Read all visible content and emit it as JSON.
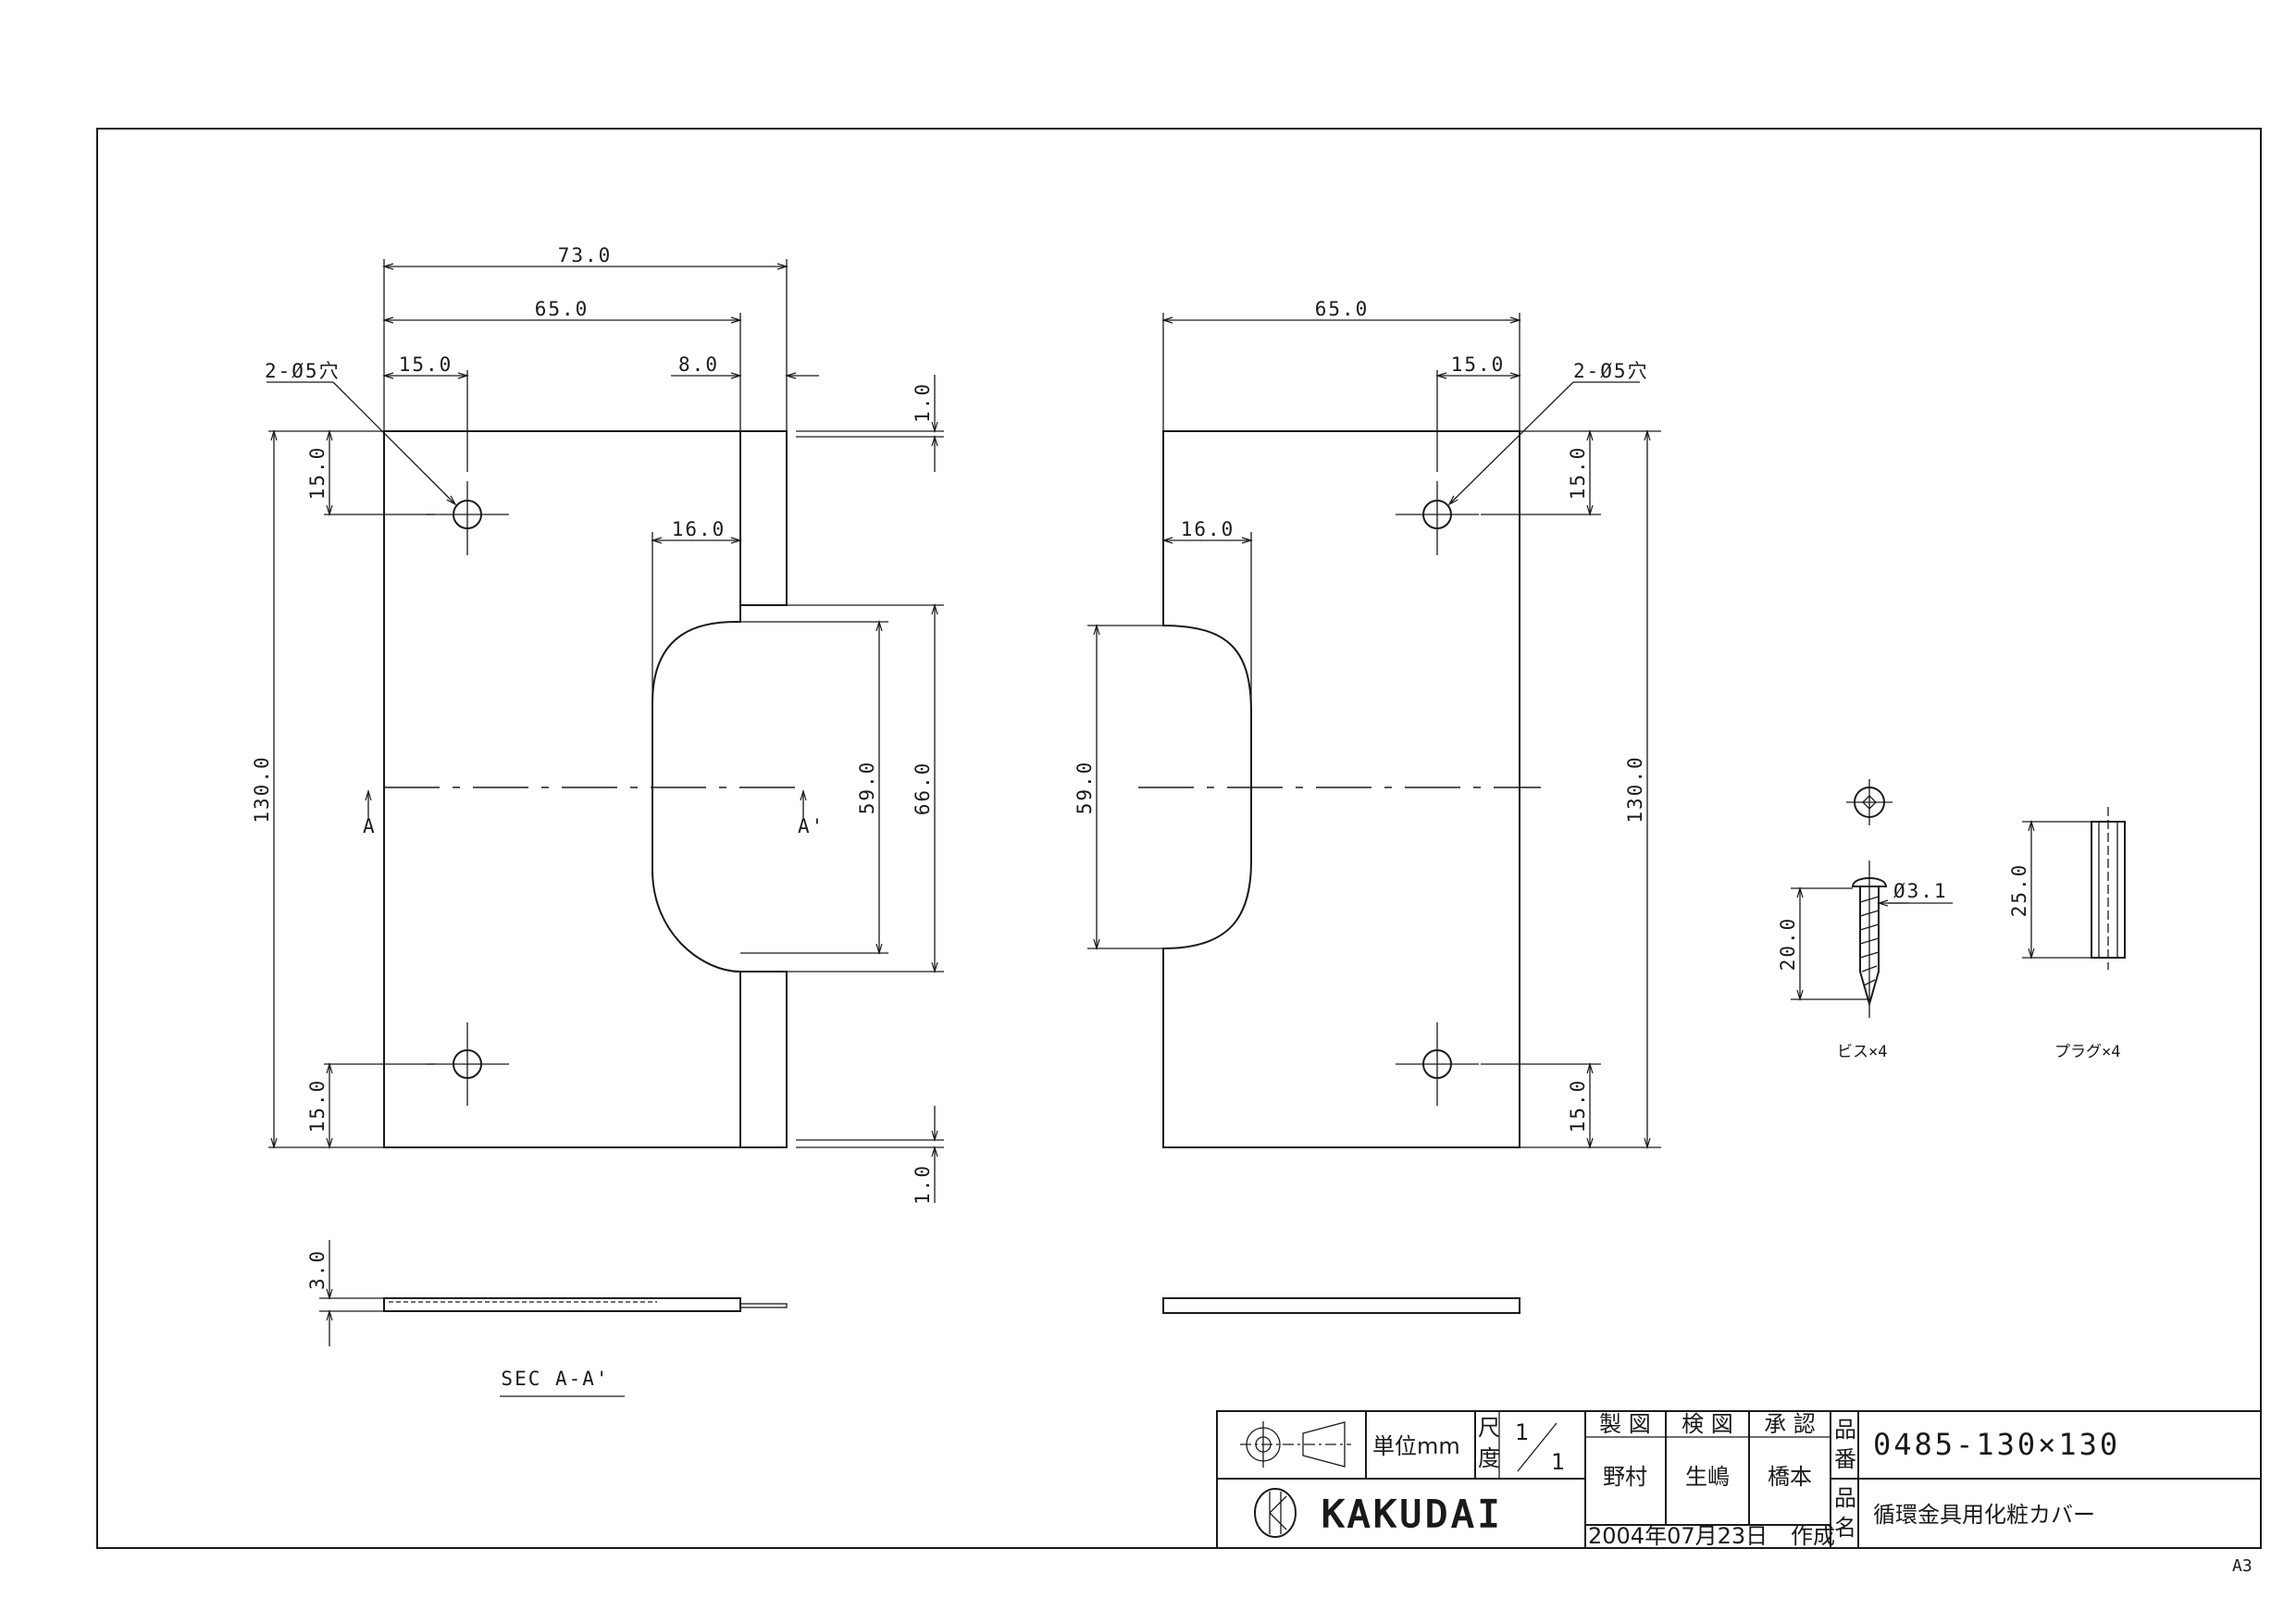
{
  "drawing": {
    "sheet_size": "A3",
    "front_view": {
      "dims": {
        "overall_width": "73.0",
        "plate_width": "65.0",
        "hole_offset_x": "15.0",
        "tab_width": "8.0",
        "tab_offset": "1.0",
        "hole_offset_top": "15.0",
        "hole_offset_bottom": "15.0",
        "height": "130.0",
        "notch_depth": "16.0",
        "notch_height_inner": "59.0",
        "notch_height_outer": "66.0",
        "thickness": "3.0",
        "tab_offset_bottom": "1.0"
      },
      "hole_note": "2-Ø5穴",
      "section_mark_left": "A",
      "section_mark_right": "A'",
      "section_label": "SEC A-A'"
    },
    "side_view": {
      "dims": {
        "plate_width": "65.0",
        "hole_offset_x": "15.0",
        "notch_depth": "16.0",
        "notch_height": "59.0",
        "height": "130.0",
        "hole_offset_top": "15.0",
        "hole_offset_bottom": "15.0"
      },
      "hole_note": "2-Ø5穴"
    },
    "parts": {
      "screw_diameter": "Ø3.1",
      "screw_length": "20.0",
      "screw_label": "ビス×4",
      "plug_length": "25.0",
      "plug_label": "プラグ×4"
    }
  },
  "title_block": {
    "unit_label": "単位mm",
    "scale_label_top": "尺",
    "scale_label_bottom": "度",
    "scale_num": "1",
    "scale_den": "1",
    "drawn_label": "製 図",
    "checked_label": "検 図",
    "approved_label": "承 認",
    "drawn_by": "野村",
    "checked_by": "生嶋",
    "approved_by": "橋本",
    "part_no_label_top": "品",
    "part_no_label_bottom": "番",
    "part_no": "0485-130×130",
    "part_name_label_top": "品",
    "part_name_label_bottom": "名",
    "part_name": "循環金具用化粧カバー",
    "company": "KAKUDAI",
    "date": "2004年07月23日",
    "date_suffix": "作成"
  }
}
